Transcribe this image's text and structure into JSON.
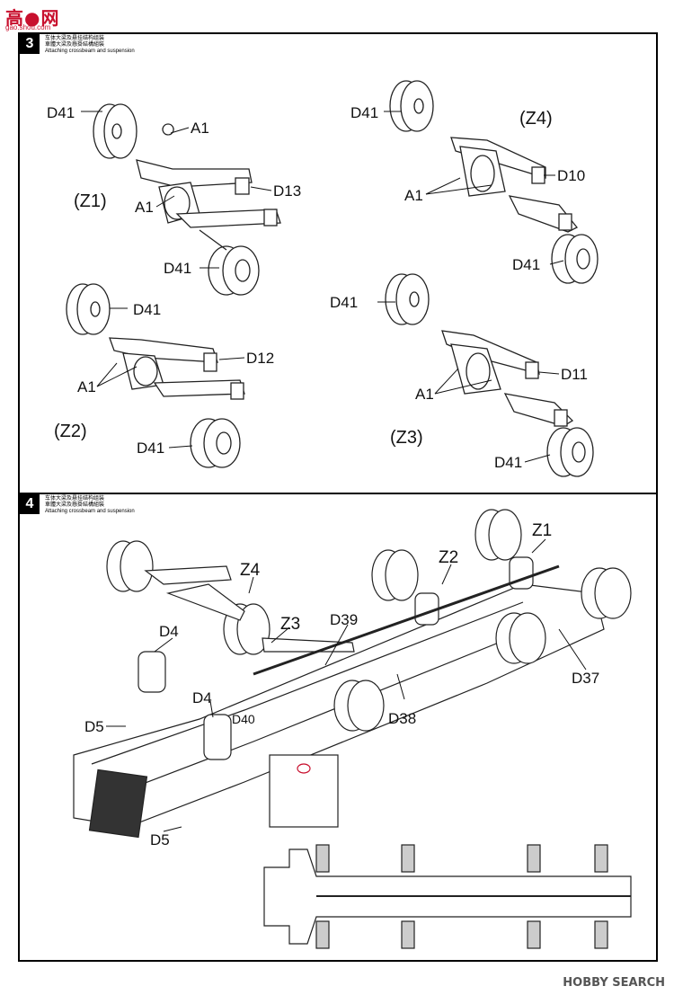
{
  "logo": {
    "text": "高●网",
    "url": "gao.shou.com"
  },
  "step3": {
    "number": "3",
    "title_cn1": "车体大梁及悬挂结构组装",
    "title_cn2": "車體大梁及懸掛結構組裝",
    "title_en": "Attaching crossbeam and suspension",
    "labels": {
      "z1_d41_top": "D41",
      "z1_a1_top": "A1",
      "z1_d13": "D13",
      "z1_group": "(Z1)",
      "z1_a1_left": "A1",
      "z1_d41_bottom": "D41",
      "z4_d41_top": "D41",
      "z4_group": "(Z4)",
      "z4_d10": "D10",
      "z4_a1": "A1",
      "z4_d41_bottom": "D41",
      "z2_d41_top": "D41",
      "z2_d12": "D12",
      "z2_a1": "A1",
      "z2_group": "(Z2)",
      "z2_d41_bottom": "D41",
      "z3_d41_top": "D41",
      "z3_d11": "D11",
      "z3_a1": "A1",
      "z3_group": "(Z3)",
      "z3_d41_bottom": "D41"
    }
  },
  "step4": {
    "number": "4",
    "title_cn1": "车体大梁及悬挂结构组装",
    "title_cn2": "車體大梁及懸掛結構組裝",
    "title_en": "Attaching crossbeam and suspension",
    "labels": {
      "z1": "Z1",
      "z2": "Z2",
      "z4": "Z4",
      "z3": "Z3",
      "d39": "D39",
      "d4_upper": "D4",
      "d4_lower": "D4",
      "d40": "D40",
      "d5_upper": "D5",
      "d5_lower": "D5",
      "d37": "D37",
      "d38": "D38"
    }
  },
  "footer": {
    "text": "HOBBY SEARCH"
  }
}
